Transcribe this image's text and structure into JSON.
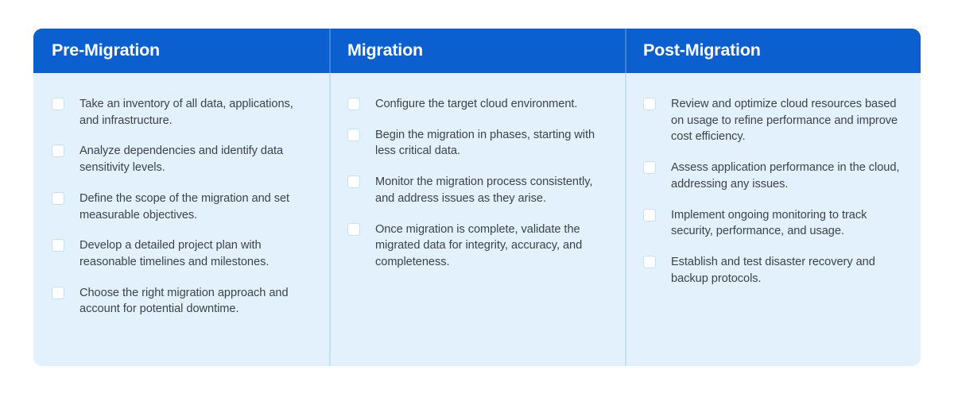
{
  "theme": {
    "header_blue": "#0b5fce",
    "body_bg": "#e3f1fc",
    "divider": "#bfe0f5",
    "checkbox_border": "#c2e1f7",
    "text": "#3c4248",
    "page_bg": "#ffffff"
  },
  "columns": [
    {
      "title": "Pre-Migration",
      "items": [
        {
          "label": "Take an inventory of all data, applications, and infrastructure.",
          "checked": false
        },
        {
          "label": "Analyze dependencies and identify data sensitivity levels.",
          "checked": false
        },
        {
          "label": "Define the scope of the migration and set measurable objectives.",
          "checked": false
        },
        {
          "label": "Develop a detailed project plan with reasonable timelines and milestones.",
          "checked": false
        },
        {
          "label": "Choose the right migration approach and account for potential downtime.",
          "checked": false
        }
      ]
    },
    {
      "title": "Migration",
      "items": [
        {
          "label": "Configure the target cloud environment.",
          "checked": false
        },
        {
          "label": "Begin the migration in phases, starting with less critical data.",
          "checked": false
        },
        {
          "label": "Monitor the migration process consistently, and address issues as they arise.",
          "checked": false
        },
        {
          "label": "Once migration is complete, validate the migrated data for integrity, accuracy, and completeness.",
          "checked": false
        }
      ]
    },
    {
      "title": "Post-Migration",
      "items": [
        {
          "label": "Review and optimize cloud resources based on usage to refine performance and improve cost efficiency.",
          "checked": false
        },
        {
          "label": "Assess application performance in the cloud, addressing any issues.",
          "checked": false
        },
        {
          "label": "Implement ongoing monitoring to track security, performance, and usage.",
          "checked": false
        },
        {
          "label": "Establish and test disaster recovery and backup protocols.",
          "checked": false
        }
      ]
    }
  ]
}
